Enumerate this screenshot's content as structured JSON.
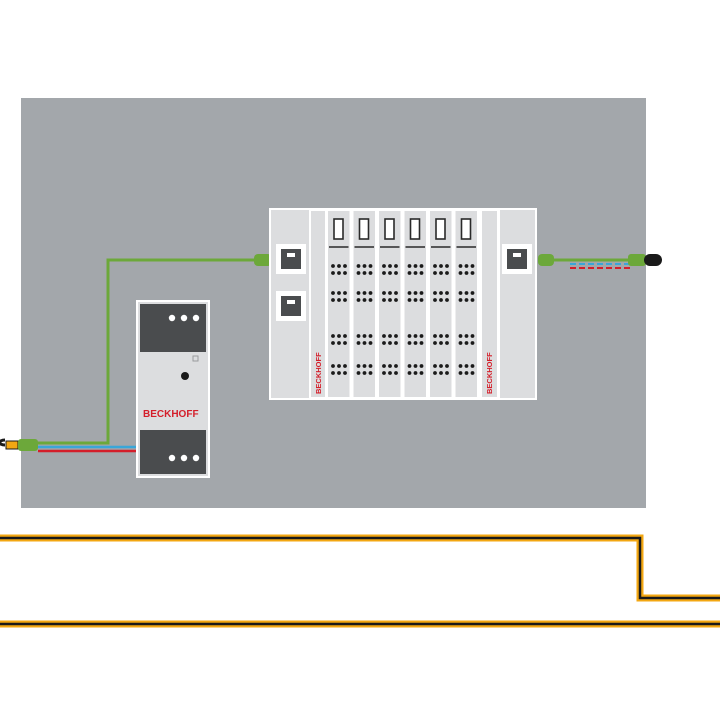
{
  "diagram": {
    "panel": {
      "color": "#a3a7ab"
    },
    "colors": {
      "cable_green": "#6ca83a",
      "cable_blue": "#3aa6d8",
      "cable_red": "#d41e2a",
      "bus_yellow": "#f3a712",
      "bus_black": "#1a1a1a",
      "brand_red": "#d41e2a",
      "housing_light": "#dcdddf",
      "housing_dark": "#4a4c4e"
    },
    "power_supply": {
      "brand": "BECKHOFF"
    },
    "coupler": {
      "brand": "BECKHOFF"
    },
    "end_module": {
      "brand": "BECKHOFF"
    },
    "io_terminals": [
      {
        "id": "terminal-1"
      },
      {
        "id": "terminal-2"
      },
      {
        "id": "terminal-3"
      },
      {
        "id": "terminal-4"
      },
      {
        "id": "terminal-5"
      },
      {
        "id": "terminal-6"
      }
    ]
  }
}
